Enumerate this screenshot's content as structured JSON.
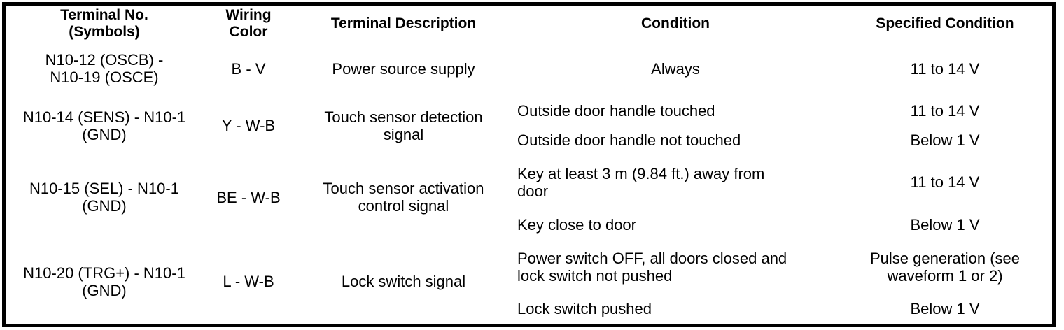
{
  "table": {
    "headers": [
      "Terminal No.\n(Symbols)",
      "Wiring\nColor",
      "Terminal Description",
      "Condition",
      "Specified Condition"
    ],
    "header_lines": [
      [
        "Terminal No.",
        "(Symbols)"
      ],
      [
        "Wiring",
        "Color"
      ],
      [
        "Terminal Description"
      ],
      [
        "Condition"
      ],
      [
        "Specified Condition"
      ]
    ],
    "rows": [
      {
        "terminal": "N10-12 (OSCB) - N10-19 (OSCE)",
        "terminal_lines": [
          "N10-12 (OSCB) -",
          "N10-19 (OSCE)"
        ],
        "wiring_color": "B - V",
        "description": "Power source supply",
        "description_lines": [
          "Power source supply"
        ],
        "conditions": [
          {
            "condition": "Always",
            "condition_lines": [
              "Always"
            ],
            "specified": "11 to 14 V",
            "specified_lines": [
              "11 to 14 V"
            ],
            "condition_align": "center"
          }
        ]
      },
      {
        "terminal": "N10-14 (SENS) - N10-1 (GND)",
        "terminal_lines": [
          "N10-14 (SENS) - N10-1",
          "(GND)"
        ],
        "wiring_color": "Y - W-B",
        "description": "Touch sensor detection signal",
        "description_lines": [
          "Touch sensor detection",
          "signal"
        ],
        "conditions": [
          {
            "condition": "Outside door handle touched",
            "condition_lines": [
              "Outside door handle touched"
            ],
            "specified": "11 to 14 V",
            "specified_lines": [
              "11 to 14 V"
            ],
            "condition_align": "left"
          },
          {
            "condition": "Outside door handle not touched",
            "condition_lines": [
              "Outside door handle not touched"
            ],
            "specified": "Below 1 V",
            "specified_lines": [
              "Below 1 V"
            ],
            "condition_align": "left"
          }
        ]
      },
      {
        "terminal": "N10-15 (SEL) - N10-1 (GND)",
        "terminal_lines": [
          "N10-15 (SEL) - N10-1",
          "(GND)"
        ],
        "wiring_color": "BE - W-B",
        "description": "Touch sensor activation control signal",
        "description_lines": [
          "Touch sensor activation",
          "control signal"
        ],
        "conditions": [
          {
            "condition": "Key at least 3 m (9.84 ft.) away from door",
            "condition_lines": [
              "Key at least 3 m (9.84 ft.) away from",
              "door"
            ],
            "specified": "11 to 14 V",
            "specified_lines": [
              "11 to 14 V"
            ],
            "condition_align": "left"
          },
          {
            "condition": "Key close to door",
            "condition_lines": [
              "Key close to door"
            ],
            "specified": "Below 1 V",
            "specified_lines": [
              "Below 1 V"
            ],
            "condition_align": "left"
          }
        ]
      },
      {
        "terminal": "N10-20 (TRG+) - N10-1 (GND)",
        "terminal_lines": [
          "N10-20 (TRG+) - N10-1",
          "(GND)"
        ],
        "wiring_color": "L - W-B",
        "description": "Lock switch signal",
        "description_lines": [
          "Lock switch signal"
        ],
        "conditions": [
          {
            "condition": "Power switch OFF, all doors closed and lock switch not pushed",
            "condition_lines": [
              "Power switch OFF, all doors closed and",
              "lock switch not pushed"
            ],
            "specified": "Pulse generation (see waveform 1 or 2)",
            "specified_lines": [
              "Pulse generation (see",
              "waveform 1 or 2)"
            ],
            "condition_align": "left"
          },
          {
            "condition": "Lock switch pushed",
            "condition_lines": [
              "Lock switch pushed"
            ],
            "specified": "Below 1 V",
            "specified_lines": [
              "Below 1 V"
            ],
            "condition_align": "left"
          }
        ]
      }
    ]
  },
  "colors": {
    "border": "#000000",
    "text": "#000000",
    "background": "#ffffff"
  }
}
